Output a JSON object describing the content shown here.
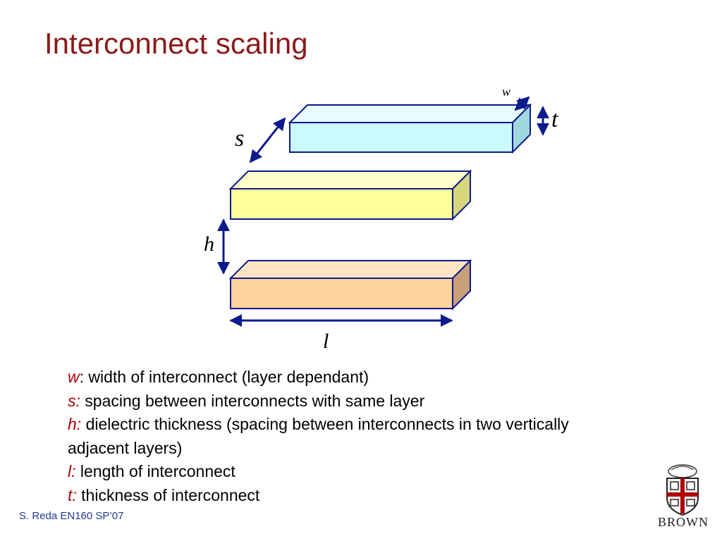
{
  "slide": {
    "title": "Interconnect scaling",
    "footer": "S. Reda EN160 SP’07"
  },
  "diagram": {
    "labels": {
      "w": "w",
      "t": "t",
      "s": "s",
      "h": "h",
      "l": "l"
    },
    "colors": {
      "top_wire": "#ccf8ff",
      "middle_wire": "#ffff99",
      "bottom_wire": "#ffd39d",
      "outline": "#0b1a8c",
      "dimension_arrow": "#0b1a8c"
    }
  },
  "definitions": [
    {
      "term": "w",
      "sep": ":",
      "text": " width of interconnect (layer dependant)"
    },
    {
      "term": "s:",
      "sep": "",
      "text": " spacing between interconnects with same layer"
    },
    {
      "term": "h:",
      "sep": "",
      "text": " dielectric thickness (spacing between interconnects in two vertically adjacent layers)"
    },
    {
      "term": "l:",
      "sep": "",
      "text": " length of interconnect"
    },
    {
      "term": "t:",
      "sep": "",
      "text": " thickness of interconnect"
    }
  ],
  "logo": {
    "text": "BROWN"
  }
}
